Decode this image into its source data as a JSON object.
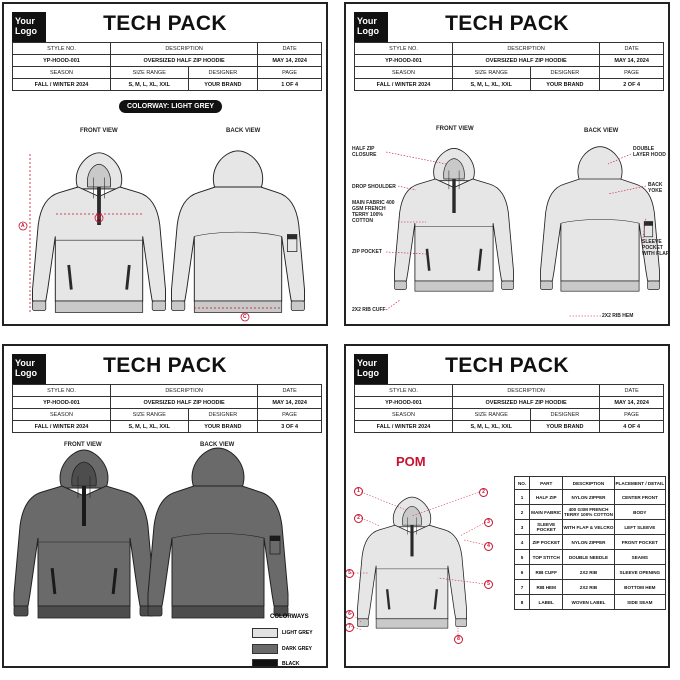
{
  "common": {
    "logo": "Your Logo",
    "title": "TECH PACK",
    "labels": {
      "style": "STYLE NO.",
      "desc": "DESCRIPTION",
      "date": "DATE",
      "season": "SEASON",
      "size": "SIZE RANGE",
      "designer": "DESIGNER",
      "page": "PAGE"
    },
    "values": {
      "style": "YP-HOOD-001",
      "desc": "OVERSIZED HALF ZIP HOODIE",
      "date": "MAY 14, 2024",
      "season": "FALL / WINTER 2024",
      "size": "S, M, L, XL, XXL",
      "designer": "YOUR BRAND"
    }
  },
  "pages": [
    "1 OF 4",
    "2 OF 4",
    "3 OF 4",
    "4 OF 4"
  ],
  "views": {
    "front": "FRONT VIEW",
    "back": "BACK VIEW"
  },
  "p1": {
    "colorway": "COLORWAY: LIGHT GREY",
    "markers": {
      "a": "A",
      "b": "B",
      "c": "C"
    }
  },
  "p2": {
    "callouts": {
      "half_zip": "HALF ZIP CLOSURE",
      "drop_shoulder": "DROP SHOULDER",
      "main_fabric": "MAIN FABRIC 400 GSM FRENCH TERRY 100% COTTON",
      "zip_pocket": "ZIP POCKET",
      "rib_cuff": "2X2 RIB CUFF",
      "double_hood": "DOUBLE LAYER HOOD",
      "back_yoke": "BACK YOKE",
      "sleeve_pocket": "SLEEVE POCKET WITH FLAP",
      "rib_hem": "2X2 RIB HEM"
    }
  },
  "p3": {
    "colorways_title": "COLORWAYS",
    "colorways": [
      "LIGHT GREY",
      "DARK GREY",
      "BLACK"
    ],
    "colors": [
      "#e2e2e2",
      "#6a6a6a",
      "#111111"
    ]
  },
  "p4": {
    "pom": "POM",
    "headers": [
      "NO.",
      "PART",
      "DESCRIPTION",
      "PLACEMENT / DETAIL"
    ],
    "rows": [
      [
        "1",
        "HALF ZIP",
        "NYLON ZIPPER",
        "CENTER FRONT"
      ],
      [
        "2",
        "MAIN FABRIC",
        "400 GSM FRENCH TERRY 100% COTTON",
        "BODY"
      ],
      [
        "3",
        "SLEEVE POCKET",
        "WITH FLAP & VELCRO",
        "LEFT SLEEVE"
      ],
      [
        "4",
        "ZIP POCKET",
        "NYLON ZIPPER",
        "FRONT POCKET"
      ],
      [
        "5",
        "TOP STITCH",
        "DOUBLE NEEDLE",
        "SEAMS"
      ],
      [
        "6",
        "RIB CUFF",
        "2X2 RIB",
        "SLEEVE OPENING"
      ],
      [
        "7",
        "RIB HEM",
        "2X2 RIB",
        "BOTTOM HEM"
      ],
      [
        "8",
        "LABEL",
        "WOVEN LABEL",
        "SIDE SEAM"
      ]
    ],
    "markers": [
      "1",
      "2",
      "3",
      "4",
      "5",
      "6",
      "7",
      "8"
    ]
  },
  "colors": {
    "accent": "#c8102e",
    "light": "#e6e6e6",
    "rib_light": "#c9c9c9",
    "dark": "#6a6a6a",
    "rib_dark": "#4d4d4d",
    "trim": "#2a2a2a"
  }
}
